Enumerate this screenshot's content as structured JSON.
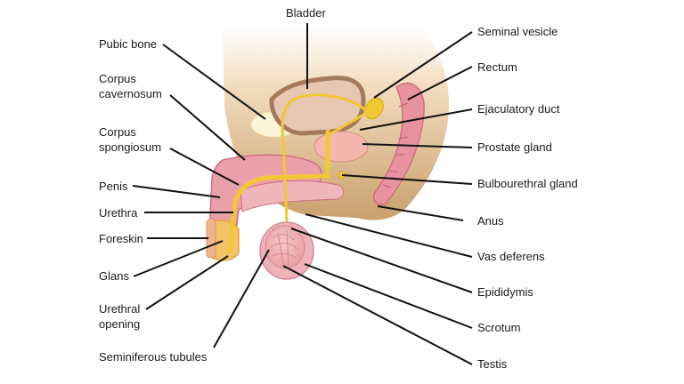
{
  "diagram": {
    "labels": {
      "bladder": "Bladder",
      "pubic_bone": "Pubic bone",
      "corpus_cavernosum": "Corpus\ncavernosum",
      "corpus_spongiosum": "Corpus\nspongiosum",
      "penis": "Penis",
      "urethra": "Urethra",
      "foreskin": "Foreskin",
      "glans": "Glans",
      "urethral_opening": "Urethral\nopening",
      "seminiferous_tubules": "Seminiferous tubules",
      "seminal_vesicle": "Seminal vesicle",
      "rectum": "Rectum",
      "ejaculatory_duct": "Ejaculatory duct",
      "prostate_gland": "Prostate gland",
      "bulbourethral_gland": "Bulbourethral gland",
      "anus": "Anus",
      "vas_deferens": "Vas deferens",
      "epididymis": "Epididymis",
      "scrotum": "Scrotum",
      "testis": "Testis"
    },
    "colors": {
      "skin": "#f0d7b8",
      "skin_dark": "#c49a66",
      "tissue_pink": "#eaa0a8",
      "tissue_dark": "#cf6f80",
      "duct_yellow": "#f2c832",
      "bone": "#fbf4d6",
      "bladder_wall": "#a47a5c",
      "leader_line": "#111111"
    }
  }
}
